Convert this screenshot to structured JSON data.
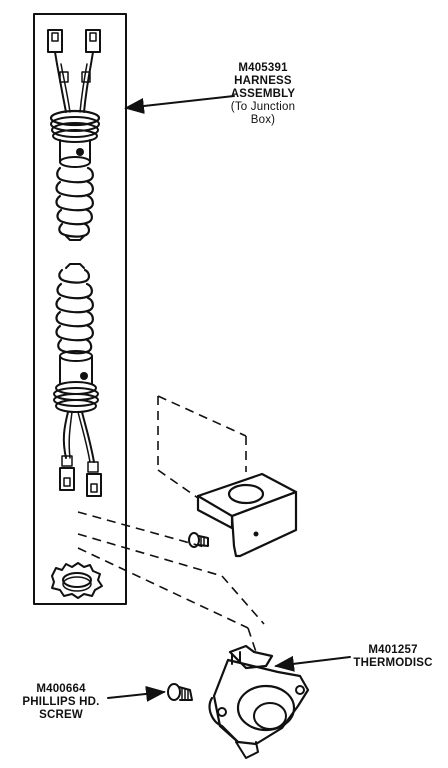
{
  "labels": {
    "harness": {
      "part": "M405391",
      "name1": "HARNESS",
      "name2": "ASSEMBLY",
      "note1": "(To Junction",
      "note2": "Box)"
    },
    "thermodisc": {
      "part": "M401257",
      "name": "THERMODISC"
    },
    "screw": {
      "part": "M400664",
      "name1": "PHILLIPS HD.",
      "name2": "SCREW"
    }
  },
  "colors": {
    "ink": "#111111",
    "paper": "#ffffff"
  }
}
